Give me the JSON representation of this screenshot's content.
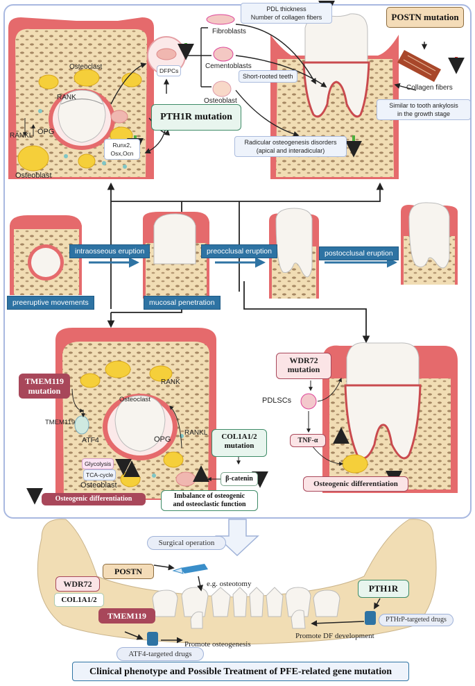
{
  "top_left": {
    "osteoclast": "Osteoclast",
    "rank": "RANK",
    "rankl": "RANKL",
    "opg": "OPG",
    "osteoblast": "Osteoblast",
    "markers": "Runx2,\nOsx,Ocn",
    "dfpcs": "DFPCs",
    "pth1r": "PTH1R mutation"
  },
  "cells": {
    "fibroblasts": "Fibroblasts",
    "cementoblasts": "Cementoblasts",
    "osteoblast": "Osteoblast"
  },
  "top_right": {
    "pdl_note": "PDL thickness\nNumber of collagen fibers",
    "short_rooted": "Short-rooted teeth",
    "postn": "POSTN mutation",
    "collagen": "Collagen fibers",
    "ankylosis": "Similar to tooth ankylosis\nin the growth stage",
    "radicular": "Radicular osteogenesis disorders\n(apical and interadicular)"
  },
  "stages": {
    "preeruptive": "preeruptive movements",
    "intraosseous": "intraosseous eruption",
    "mucosal": "mucosal penetration",
    "preocclusal": "preocclusal eruption",
    "postocclusal": "postocclusal eruption"
  },
  "bottom_left": {
    "tmem119_mutation": "TMEM119\nmutation",
    "tmem119": "TMEM119",
    "atf4": "ATF4",
    "glycolysis": "Glycolysis",
    "tca": "TCA-cycle",
    "osteoclast": "Osteoclast",
    "osteoblast": "Osteoblast",
    "rank": "RANK",
    "rankl": "RANKL",
    "opg": "OPG",
    "osteo_diff": "Osteogenic differentiation",
    "col1a": "COL1A1/2\nmutation",
    "bcatenin": "β-catenin",
    "imbalance": "Imbalance of osteogenic\nand osteoclastic function"
  },
  "bottom_right": {
    "wdr72": "WDR72\nmutation",
    "pdlscs": "PDLSCs",
    "tnf": "TNF-α",
    "osteo_diff": "Osteogenic differentiation"
  },
  "treatment": {
    "surgical": "Surgical operation",
    "postn": "POSTN",
    "osteotomy": "e.g. osteotomy",
    "wdr72": "WDR72",
    "col1a": "COL1A1/2",
    "tmem119": "TMEM119",
    "promote_osteo": "Promote osteogenesis",
    "atf4_drugs": "ATF4-targeted drugs",
    "pth1r": "PTH1R",
    "pthrp_drugs": "PTHrP-targeted drugs",
    "promote_df": "Promote DF development",
    "title": "Clinical phenotype and Possible Treatment of PFE-related gene mutation"
  },
  "colors": {
    "gum": "#e56a6c",
    "bone": "#f1ddb4",
    "tooth": "#f7f4ef",
    "stage": "#2e73a3",
    "up_red": "#e53030",
    "down_green": "#4caf3c"
  }
}
